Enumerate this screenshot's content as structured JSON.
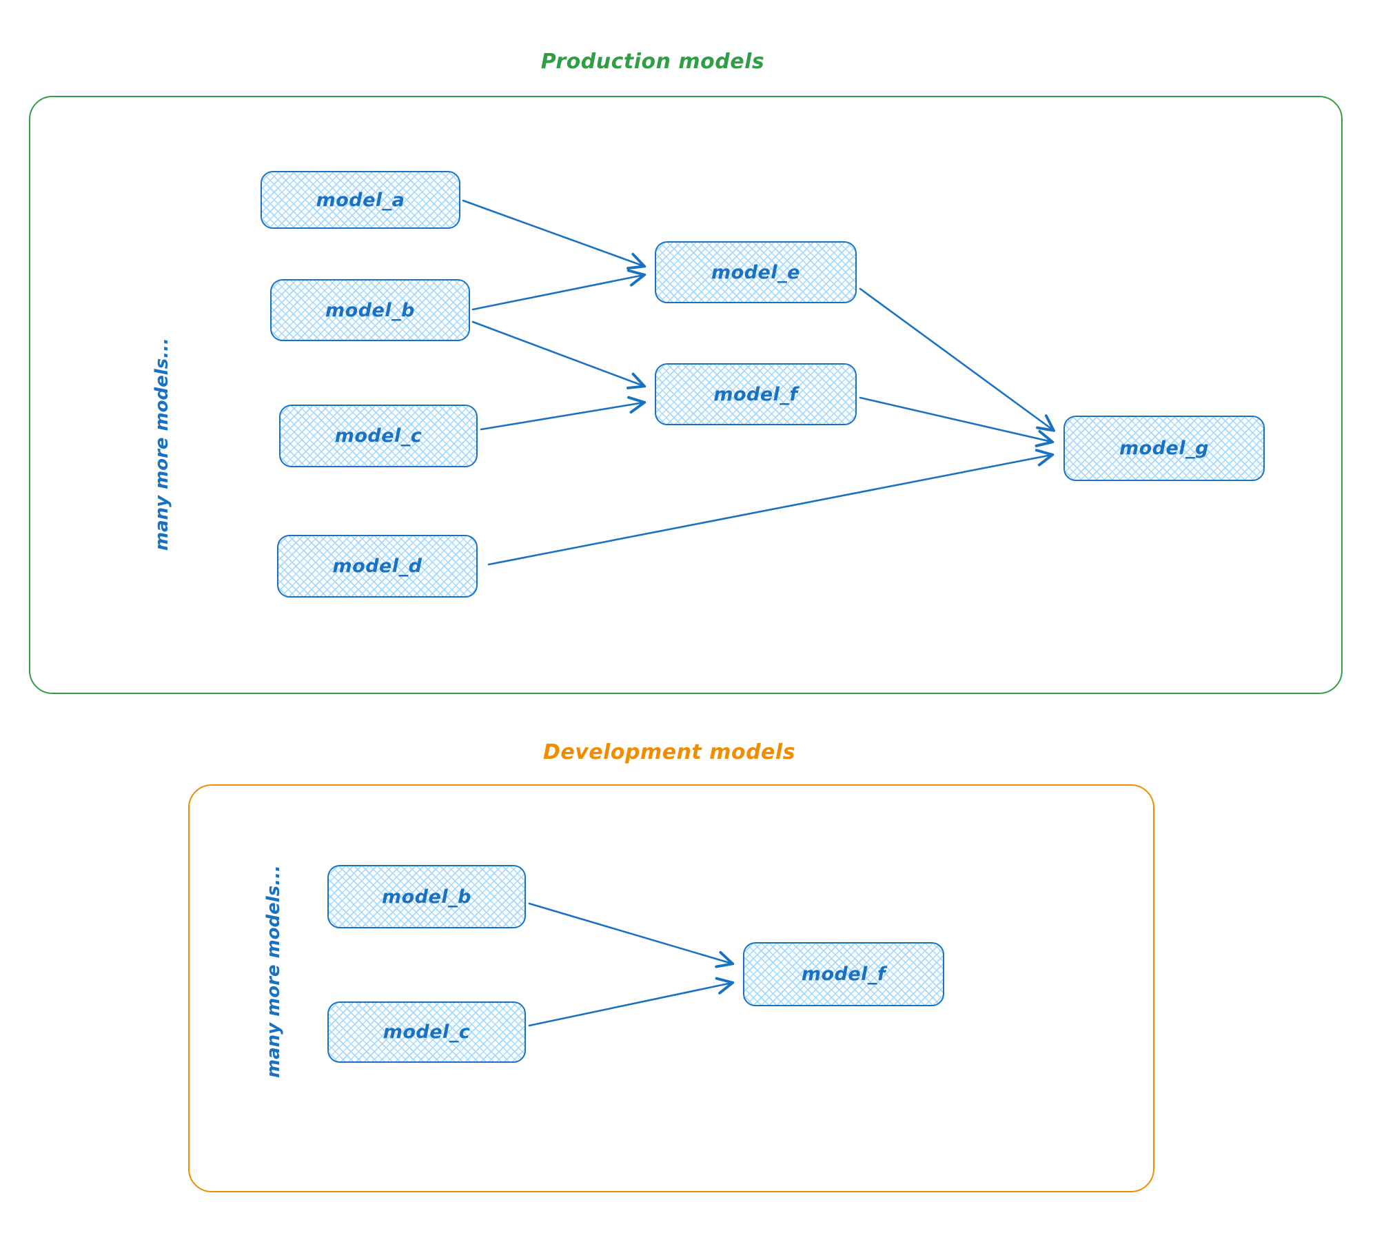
{
  "palette": {
    "production_accent": "#2f9e44",
    "development_accent": "#f08c00",
    "node_stroke": "#1971c2",
    "node_fill": "#a5d8ff",
    "background": "#ffffff"
  },
  "production": {
    "title": "Production models",
    "side_note": "many more models...",
    "nodes": {
      "model_a": {
        "label": "model_a"
      },
      "model_b": {
        "label": "model_b"
      },
      "model_c": {
        "label": "model_c"
      },
      "model_d": {
        "label": "model_d"
      },
      "model_e": {
        "label": "model_e"
      },
      "model_f": {
        "label": "model_f"
      },
      "model_g": {
        "label": "model_g"
      }
    },
    "edges": [
      {
        "from": "model_a",
        "to": "model_e"
      },
      {
        "from": "model_b",
        "to": "model_e"
      },
      {
        "from": "model_b",
        "to": "model_f"
      },
      {
        "from": "model_c",
        "to": "model_f"
      },
      {
        "from": "model_e",
        "to": "model_g"
      },
      {
        "from": "model_f",
        "to": "model_g"
      },
      {
        "from": "model_d",
        "to": "model_g"
      }
    ]
  },
  "development": {
    "title": "Development models",
    "side_note": "many more models...",
    "nodes": {
      "model_b": {
        "label": "model_b"
      },
      "model_c": {
        "label": "model_c"
      },
      "model_f": {
        "label": "model_f"
      }
    },
    "edges": [
      {
        "from": "model_b",
        "to": "model_f"
      },
      {
        "from": "model_c",
        "to": "model_f"
      }
    ]
  }
}
